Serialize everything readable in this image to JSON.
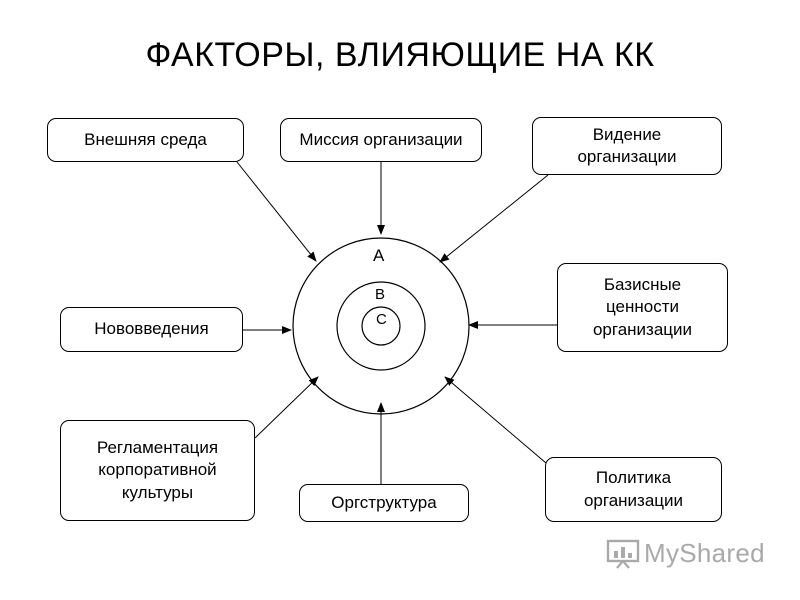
{
  "title": "ФАКТОРЫ, ВЛИЯЮЩИЕ НА КК",
  "factors": {
    "external": "Внешняя среда",
    "mission": "Миссия организации",
    "vision": "Видение\nорганизации",
    "values": "Базисные\nценности\nорганизации",
    "innovations": "Нововведения",
    "regulation": "Регламентация\nкорпоративной\nкультуры",
    "structure": "Оргструктура",
    "policy": "Политика\nорганизации"
  },
  "core_labels": {
    "a": "A",
    "b": "B",
    "c": "C"
  },
  "watermark": {
    "text": "MyShared",
    "icon": "presentation-board-icon"
  }
}
